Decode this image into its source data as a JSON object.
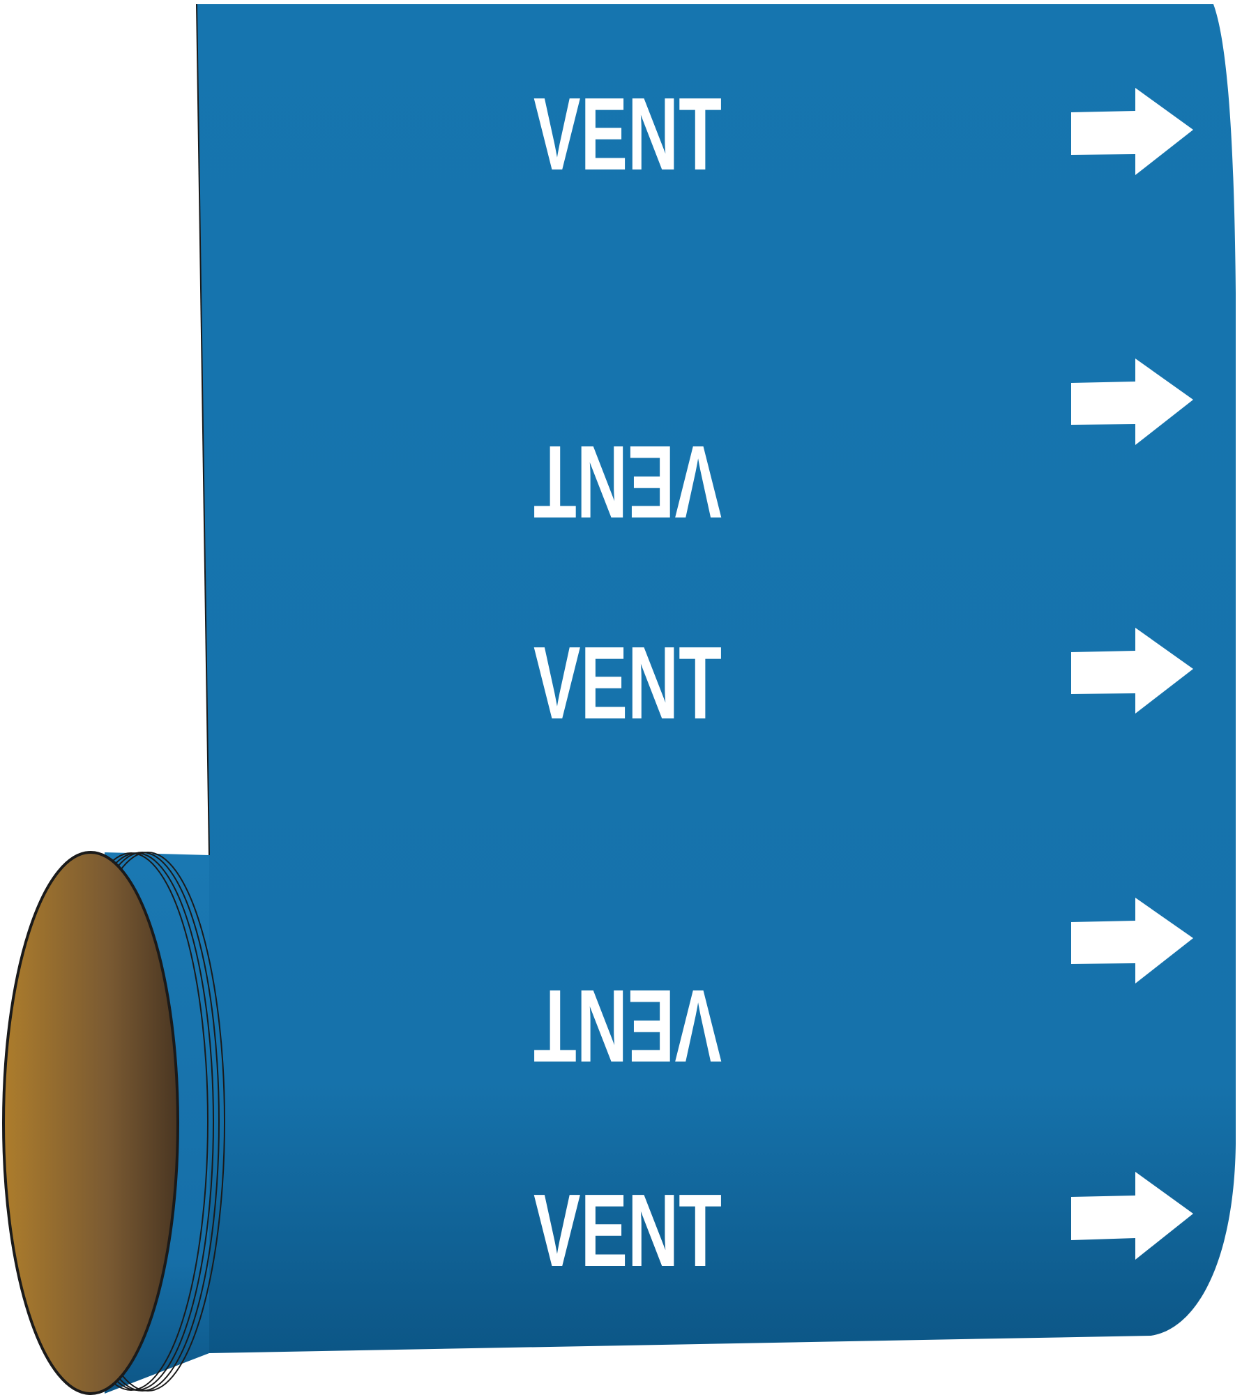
{
  "product": {
    "type": "pipe marker roll",
    "colors": {
      "background": "#ffffff",
      "tape": "#1675af",
      "tape_dark": "#0d5a8c",
      "core": "#a87a30",
      "core_dark": "#4e3a22",
      "outline": "#1a1a1a",
      "text": "#ffffff"
    },
    "labels": [
      {
        "text": "VENT",
        "orientation": "upright",
        "arrow": "arrow-right"
      },
      {
        "text": "VENT",
        "orientation": "inverted",
        "arrow": "arrow-right"
      },
      {
        "text": "VENT",
        "orientation": "upright",
        "arrow": "arrow-right"
      },
      {
        "text": "VENT",
        "orientation": "inverted",
        "arrow": "arrow-right"
      },
      {
        "text": "VENT",
        "orientation": "upright",
        "arrow": "arrow-right"
      }
    ]
  }
}
